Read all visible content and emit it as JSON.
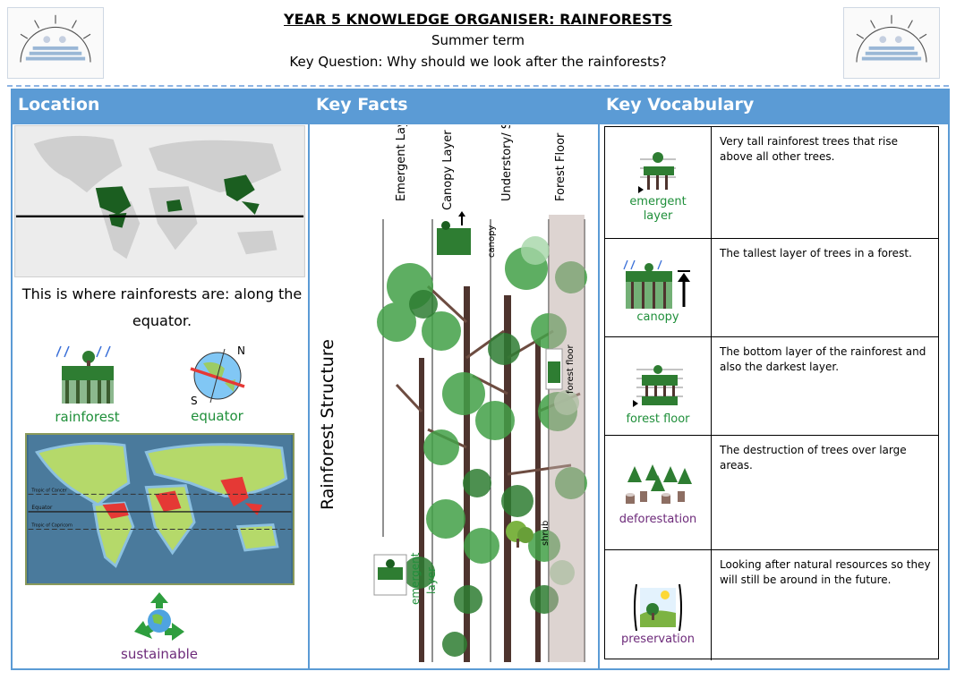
{
  "header": {
    "title": "YEAR 5 KNOWLEDGE ORGANISER: RAINFORESTS",
    "subtitle": "Summer term",
    "question": "Key Question: Why should we look after the rainforests?"
  },
  "colors": {
    "header_bar": "#5b9bd5",
    "label_green": "#1f8f3a",
    "label_purple": "#6d2a7a",
    "rainforest_red": "#e53935",
    "forest_green": "#1b5e20"
  },
  "columns": {
    "location": "Location",
    "facts": "Key Facts",
    "vocabulary": "Key Vocabulary"
  },
  "location": {
    "text": "This is where rainforests are: along the equator.",
    "icons": {
      "rainforest": "rainforest",
      "equator": "equator",
      "sustainable": "sustainable"
    },
    "compass_n": "N",
    "compass_s": "S",
    "map_labels": {
      "cancer": "Tropic of Cancer",
      "equator": "Equator",
      "capricorn": "Tropic of Capricorn"
    }
  },
  "facts": {
    "heading": "Rainforest Structure",
    "layers": [
      "Emergent Layer",
      "Canopy Layer",
      "Understory/ Shrub Layer",
      "Forest Floor"
    ],
    "labels": {
      "canopy": "canopy",
      "forest_floor": "forest floor",
      "shrub": "shrub",
      "emergent": "emergent",
      "layer": "layer"
    }
  },
  "vocabulary": [
    {
      "term": "emergent layer",
      "term_line1": "emergent",
      "term_line2": "layer",
      "definition": "Very tall rainforest trees that rise above all other trees.",
      "icon": "emergent-layer-icon",
      "color": "green"
    },
    {
      "term": "canopy",
      "term_line1": "canopy",
      "term_line2": "",
      "definition": "The tallest layer of trees in a forest.",
      "icon": "canopy-icon",
      "color": "green"
    },
    {
      "term": "forest floor",
      "term_line1": "forest floor",
      "term_line2": "",
      "definition": "The bottom layer of the rainforest and also the darkest layer.",
      "icon": "forest-floor-icon",
      "color": "green"
    },
    {
      "term": "deforestation",
      "term_line1": "deforestation",
      "term_line2": "",
      "definition": "The destruction of trees over large areas.",
      "icon": "deforestation-icon",
      "color": "purple"
    },
    {
      "term": "preservation",
      "term_line1": "preservation",
      "term_line2": "",
      "definition": "Looking after natural resources so they will still be around in the future.",
      "icon": "preservation-icon",
      "color": "purple"
    }
  ]
}
